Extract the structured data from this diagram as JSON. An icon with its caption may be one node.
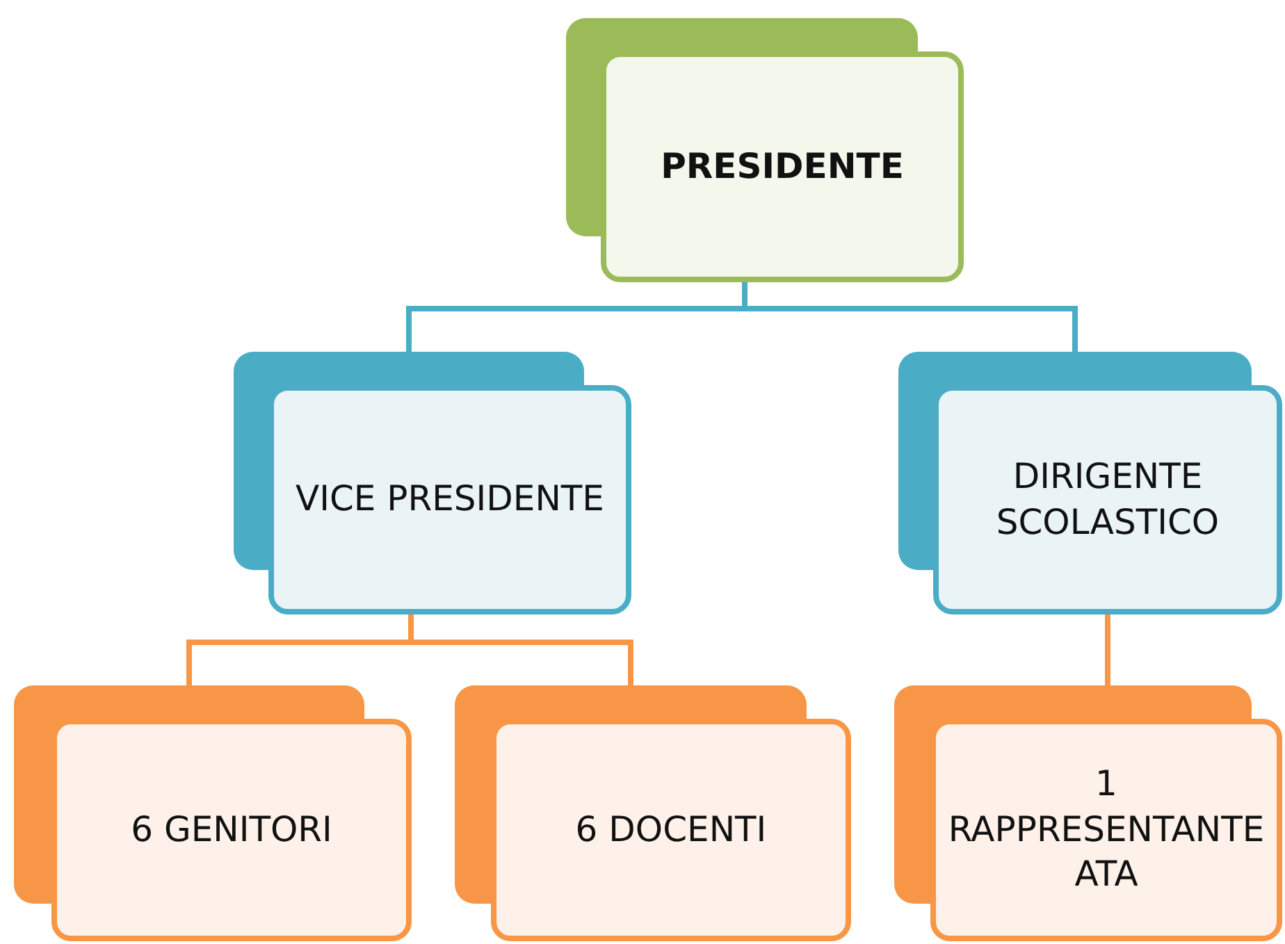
{
  "diagram": {
    "nodes": [
      {
        "text": [
          "PRESIDENTE"
        ]
      },
      {
        "text": [
          "VICE PRESIDENTE"
        ]
      },
      {
        "text": [
          "DIRIGENTE SCOLASTICO"
        ]
      },
      {
        "text": [
          "6 GENITORI"
        ]
      },
      {
        "text": [
          "6 DOCENTI"
        ]
      },
      {
        "text": [
          "1 RAPPRESENTANTE ATA"
        ]
      }
    ],
    "edges": [
      {
        "from": 0,
        "to": 1,
        "arrow": "none",
        "color": "#4bacc6"
      },
      {
        "from": 0,
        "to": 2,
        "arrow": "none",
        "color": "#4bacc6"
      },
      {
        "from": 1,
        "to": 3,
        "arrow": "none",
        "color": "#f79646"
      },
      {
        "from": 1,
        "to": 4,
        "arrow": "none",
        "color": "#f79646"
      },
      {
        "from": 2,
        "to": 5,
        "arrow": "none",
        "color": "#f79646"
      }
    ]
  }
}
